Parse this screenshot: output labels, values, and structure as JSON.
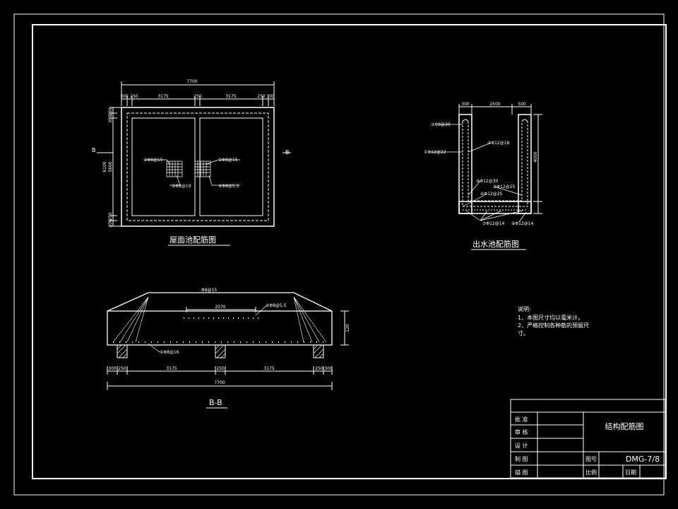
{
  "colors": {
    "background": "#000000",
    "line": "#ffffff",
    "accent": "#ffff00"
  },
  "plan_view": {
    "title": "屋面池配筋图",
    "overall_width": "7700",
    "width_dims": [
      "300",
      "250",
      "3175",
      "250",
      "3175",
      "250",
      "300"
    ],
    "height_dims": [
      "250",
      "300",
      "6100",
      "5600",
      "250",
      "300"
    ],
    "section_mark": "B",
    "callout_1": "①Φ8@15",
    "callout_2": "②Φ8@19",
    "callout_3": "③Φ8@15",
    "callout_4": "④Φ8@5.5"
  },
  "outlet_tank": {
    "title": "出水池配筋图",
    "top_dims": [
      "300",
      "2500",
      "500"
    ],
    "side_dim": "4000",
    "callout_a": "③Φ8@30",
    "callout_b": "①Φ12@22",
    "callout_c": "②Φ12@18",
    "callout_d": "④Φ12@30",
    "callout_e": "⑤Φ12@25",
    "callout_f": "⑥Φ12@25",
    "callout_g": "⑦Φ12@14",
    "callout_h": "⑧Φ12@14"
  },
  "section_bb": {
    "title": "B-B",
    "top_bar": "Φ8@15",
    "top_dim": "2070",
    "callout_top": "④Φ8@5.5",
    "callout_bottom": "①Φ8@16",
    "height_dim": "120",
    "dims": [
      "300",
      "250",
      "3175",
      "250",
      "3175",
      "250",
      "300"
    ],
    "overall": "7700"
  },
  "notes": {
    "heading": "说明:",
    "line1": "1、本图尺寸均以毫米计。",
    "line2": "2、严格控制各种筋的预留尺",
    "line3": "寸。"
  },
  "title_block": {
    "row1": "批  准",
    "row2": "审  核",
    "row3": "设  计",
    "row4": "制  图",
    "row5": "描  图",
    "drawing_title": "结构配筋图",
    "drawing_no_label": "图号",
    "drawing_no": "DMG-7/8",
    "scale_label": "比例",
    "date_label": "日期"
  }
}
